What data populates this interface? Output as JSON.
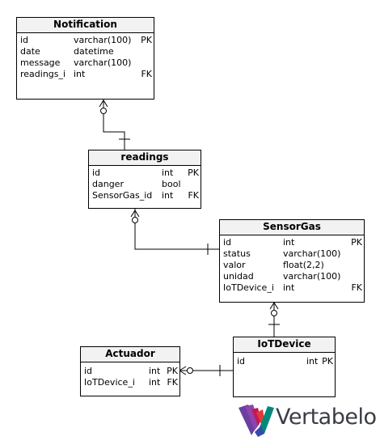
{
  "entities": {
    "notification": {
      "name": "Notification",
      "columns": [
        {
          "name": "id",
          "type": "varchar(100)",
          "key": "PK"
        },
        {
          "name": "date",
          "type": "datetime",
          "key": ""
        },
        {
          "name": "message",
          "type": "varchar(100)",
          "key": ""
        },
        {
          "name": "readings_i",
          "type": "int",
          "key": "FK"
        }
      ]
    },
    "readings": {
      "name": "readings",
      "columns": [
        {
          "name": "id",
          "type": "int",
          "key": "PK"
        },
        {
          "name": "danger",
          "type": "bool",
          "key": ""
        },
        {
          "name": "SensorGas_id",
          "type": "int",
          "key": "FK"
        }
      ]
    },
    "sensorgas": {
      "name": "SensorGas",
      "columns": [
        {
          "name": "id",
          "type": "int",
          "key": "PK"
        },
        {
          "name": "status",
          "type": "varchar(100)",
          "key": ""
        },
        {
          "name": "valor",
          "type": "float(2,2)",
          "key": ""
        },
        {
          "name": "unidad",
          "type": "varchar(100)",
          "key": ""
        },
        {
          "name": "IoTDevice_i",
          "type": "int",
          "key": "FK"
        }
      ]
    },
    "iotdevice": {
      "name": "IoTDevice",
      "columns": [
        {
          "name": "id",
          "type": "int",
          "key": "PK"
        }
      ]
    },
    "actuador": {
      "name": "Actuador",
      "columns": [
        {
          "name": "id",
          "type": "int",
          "key": "PK"
        },
        {
          "name": "IoTDevice_i",
          "type": "int",
          "key": "FK"
        }
      ]
    }
  },
  "relationships": [
    {
      "from": "Notification",
      "to": "readings",
      "from_end": "zero-or-many",
      "to_end": "exactly-one"
    },
    {
      "from": "readings",
      "to": "SensorGas",
      "from_end": "zero-or-many",
      "to_end": "exactly-one"
    },
    {
      "from": "SensorGas",
      "to": "IoTDevice",
      "from_end": "zero-or-many",
      "to_end": "exactly-one"
    },
    {
      "from": "Actuador",
      "to": "IoTDevice",
      "from_end": "zero-or-many",
      "to_end": "exactly-one"
    }
  ],
  "brand": {
    "name": "Vertabelo",
    "colors": [
      "#6b3fa0",
      "#c2185b",
      "#e53935",
      "#00897b",
      "#3949ab"
    ]
  }
}
